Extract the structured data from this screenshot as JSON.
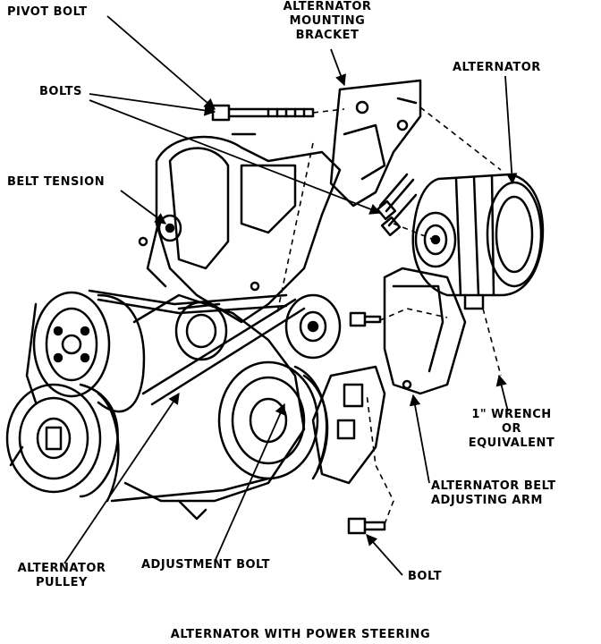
{
  "labels": {
    "pivot_bolt": "PIVOT BOLT",
    "alt_bracket_1": "ALTERNATOR",
    "alt_bracket_2": "MOUNTING",
    "alt_bracket_3": "BRACKET",
    "alternator": "ALTERNATOR",
    "bolts": "BOLTS",
    "belt_tension": "BELT TENSION",
    "wrench_1": "1\" WRENCH",
    "wrench_2": "OR",
    "wrench_3": "EQUIVALENT",
    "adj_arm_1": "ALTERNATOR BELT",
    "adj_arm_2": "ADJUSTING ARM",
    "alt_pulley_1": "ALTERNATOR",
    "alt_pulley_2": "PULLEY",
    "adjustment_bolt": "ADJUSTMENT BOLT",
    "bolt": "BOLT"
  },
  "caption": "ALTERNATOR WITH POWER STEERING"
}
